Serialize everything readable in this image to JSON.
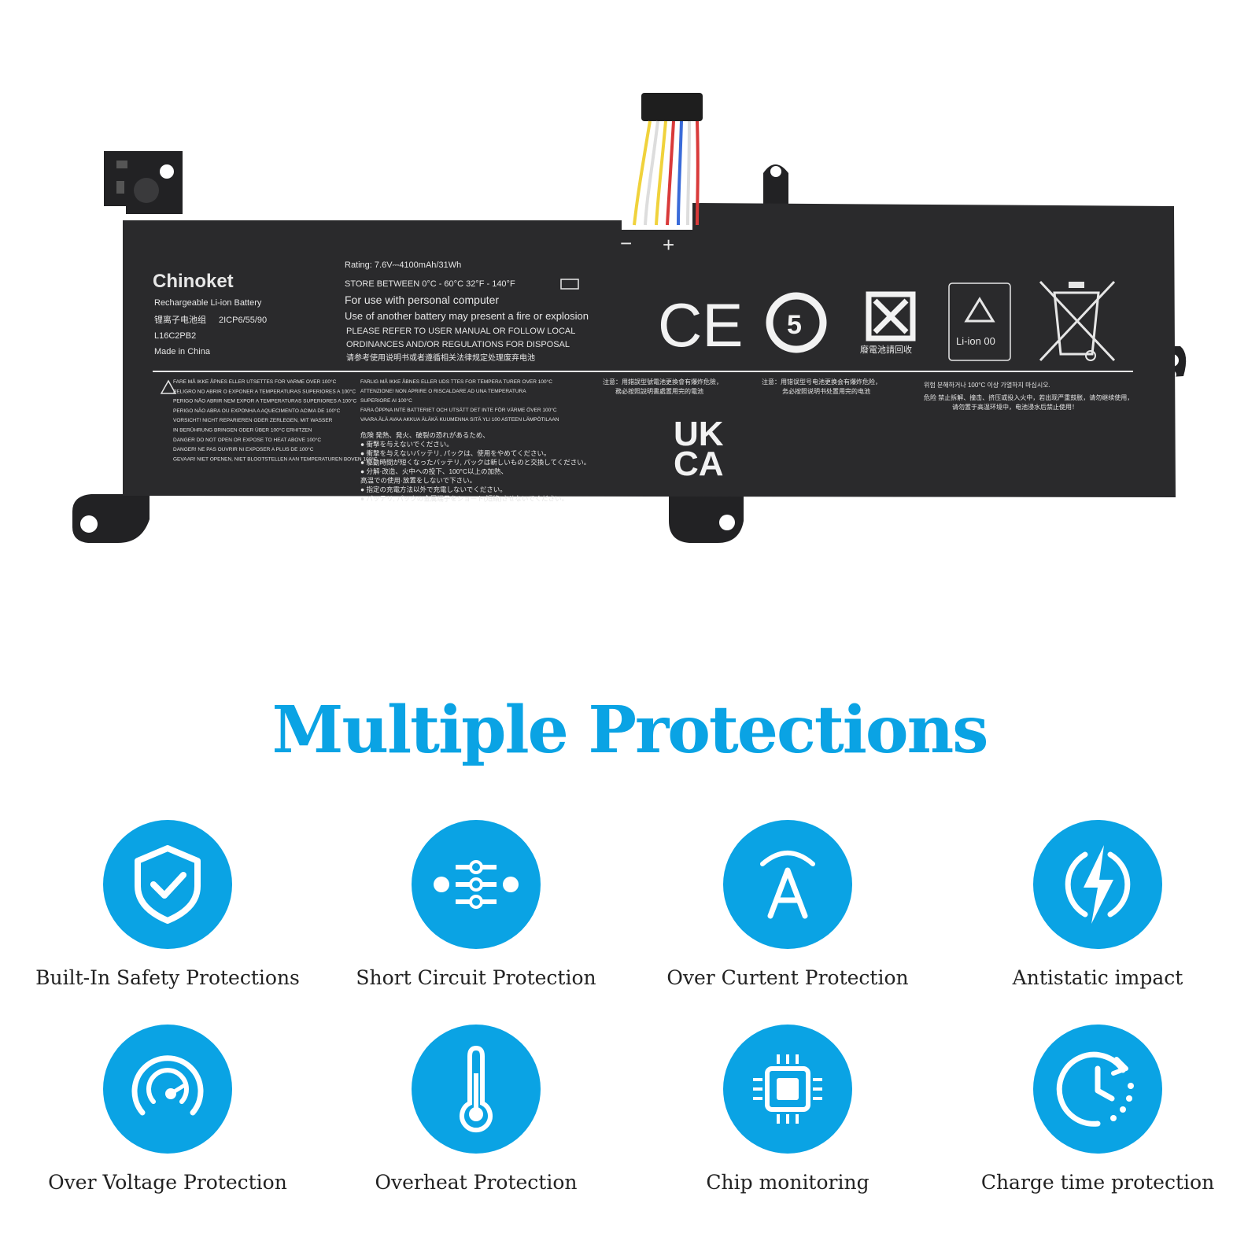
{
  "battery": {
    "brand": "Chinoket",
    "type": "Rechargeable Li-ion Battery",
    "cell_code_cn": "锂离子电池组",
    "cell_code": "2ICP6/55/90",
    "model": "L16C2PB2",
    "origin": "Made in China",
    "rating": "Rating: 7.6V⎓4100mAh/31Wh",
    "store": "STORE BETWEEN 0°C - 60°C  32°F - 140°F",
    "use": "For use with personal computer",
    "warning": "Use of another battery may present a fire or explosion",
    "refer1": "PLEASE REFER TO USER MANUAL OR FOLLOW LOCAL",
    "refer2": "ORDINANCES AND/OR REGULATIONS FOR DISPOSAL",
    "refer_cn": "请参考使用说明书或者遵循相关法律规定处理废弃电池",
    "minus": "−",
    "plus": "+",
    "ce": "CE",
    "recycle_number": "5",
    "recycle_cn": "廢電池請回收",
    "li_ion_label": "Li-ion 00",
    "ukca_top": "UK",
    "ukca_bottom": "CA",
    "fine_print": [
      "FARE MÅ IKKE ÅPNES ELLER UTSETTES FOR VARME OVER 100°C",
      "PELIGRO NO ABRIR O EXPONER A TEMPERATURAS SUPERIORES A 100°C",
      "PERIGO NÃO ABRIR NEM EXPOR A TEMPERATURAS SUPERIORES A 100°C",
      "PERIGO NÃO ABRA OU EXPONHA A AQUECIMENTO ACIMA DE 100°C",
      "VORSICHT! NICHT REPARIEREN ODER ZERLEGEN, MIT WASSER",
      "IN BERÜHRUNG BRINGEN ODER ÜBER 100°C ERHITZEN",
      "DANGER DO NOT OPEN OR EXPOSE TO HEAT ABOVE 100°C",
      "DANGER! NE PAS OUVRIR NI EXPOSER A PLUS DE 100°C",
      "GEVAAR! NIET OPENEN, NIET BLOOTSTELLEN AAN TEMPERATUREN BOVEN 100°C"
    ],
    "fine_print_mid": [
      "FARLIG MÅ IKKE ÅBNES ELLER UDS TTES FOR TEMPERA TURER OVER 100°C",
      "ATTENZIONE! NON APRIRE O RISCALDARE AD UNA TEMPERATURA",
      "SUPERIORE AI 100°C",
      "FARA ÖPPNA INTE BATTERIET OCH UTSÄTT DET INTE FÖR VÄRME ÖVER 100°C",
      "VAARA ÄLÄ AVAA AKKUA ÄLÄKÄ KUUMENNA SITÄ YLI 100 ASTEEN LÄMPÖTILAAN"
    ],
    "fine_print_jp": [
      "危険 発熱、発火、破裂の恐れがあるため、",
      "● 衝撃を与えないでください。",
      "● 衝撃を与えないバッテリ, パックは、使用をやめてください。",
      "● 駆動時間が短くなったバッテリ, パックは新しいものと交換してください。",
      "● 分解·改造、火中への投下、100°C以上の加熱、",
      "高温での使用·放置をしないで下さい。",
      "● 指定の充電方法以外で充電しないでください。",
      "● バッテリ, パックの金属端子をショート(短絡)させないでください。"
    ],
    "fine_print_right": [
      "注意：用錯誤型號電池更換會有爆炸危險，",
      "務必按照說明書處置用完的電池",
      "注意：用错误型号电池更换会有爆炸危险，",
      "务必按照说明书处置用完的电池",
      "위험  분해하거나 100°C 이상 가열하지 마십시오.",
      "危险  禁止拆解、撞击、挤压或投入火中，若出现严重鼓胀，请勿继续使用，",
      "请勿置于高温环境中，电池浸水后禁止使用！"
    ]
  },
  "headline": "Multiple Protections",
  "features": [
    {
      "label": "Built-In Safety Protections",
      "icon": "shield-check-icon"
    },
    {
      "label": "Short Circuit Protection",
      "icon": "circuit-icon"
    },
    {
      "label": "Over Curtent Protection",
      "icon": "ampere-icon"
    },
    {
      "label": "Antistatic impact",
      "icon": "lightning-icon"
    },
    {
      "label": "Over Voltage Protection",
      "icon": "gauge-icon"
    },
    {
      "label": "Overheat Protection",
      "icon": "thermometer-icon"
    },
    {
      "label": "Chip monitoring",
      "icon": "chip-icon"
    },
    {
      "label": "Charge time protection",
      "icon": "clock-icon"
    }
  ],
  "colors": {
    "accent": "#0aa3e4",
    "battery": "#2a2a2c",
    "text": "#222222"
  }
}
